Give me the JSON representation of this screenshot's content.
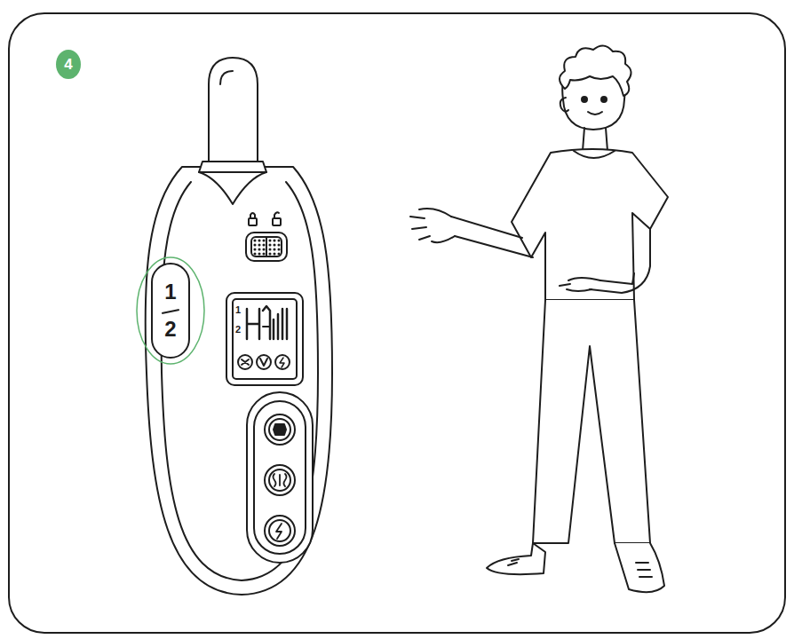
{
  "diagram": {
    "nodes": [
      {
        "text": [
          "4"
        ]
      },
      {
        "text": [
          "1",
          "2"
        ]
      }
    ],
    "labels": [
      "1",
      "2"
    ]
  }
}
